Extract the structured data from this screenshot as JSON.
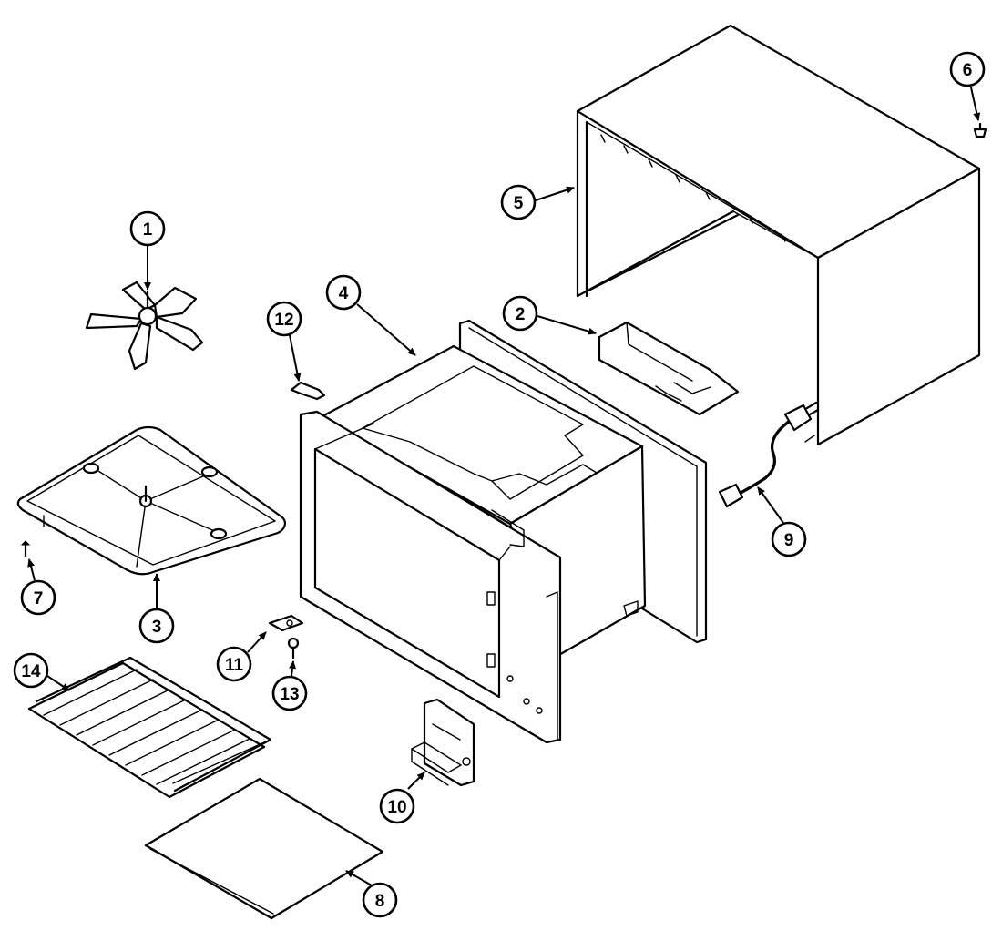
{
  "callouts": [
    {
      "id": "1",
      "label": "1"
    },
    {
      "id": "2",
      "label": "2"
    },
    {
      "id": "3",
      "label": "3"
    },
    {
      "id": "4",
      "label": "4"
    },
    {
      "id": "5",
      "label": "5"
    },
    {
      "id": "6",
      "label": "6"
    },
    {
      "id": "7",
      "label": "7"
    },
    {
      "id": "8",
      "label": "8"
    },
    {
      "id": "9",
      "label": "9"
    },
    {
      "id": "10",
      "label": "10"
    },
    {
      "id": "11",
      "label": "11"
    },
    {
      "id": "12",
      "label": "12"
    },
    {
      "id": "13",
      "label": "13"
    },
    {
      "id": "14",
      "label": "14"
    }
  ],
  "colors": {
    "ink": "#000000",
    "paper": "#ffffff"
  }
}
